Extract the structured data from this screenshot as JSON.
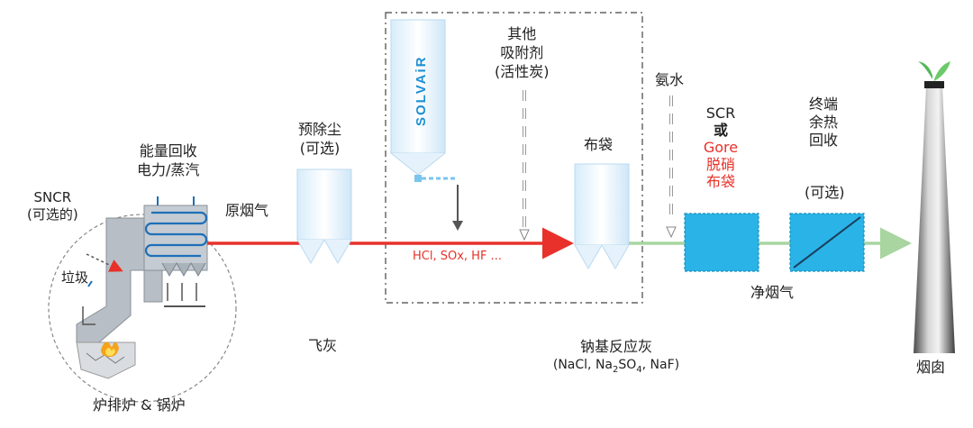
{
  "labels": {
    "sncr_line1": "SNCR",
    "sncr_line2": "(可选的)",
    "energy_line1": "能量回收",
    "energy_line2": "电力/蒸汽",
    "garbage": "垃圾",
    "furnace": "炉排炉 & 锅炉",
    "raw_gas": "原烟气",
    "pre_dust_line1": "预除尘",
    "pre_dust_line2": "(可选)",
    "fly_ash": "飞灰",
    "other_sorbent_line1": "其他",
    "other_sorbent_line2": "吸附剂",
    "other_sorbent_line3": "(活性炭)",
    "pollutants": "HCl, SOx, HF ...",
    "bag_filter": "布袋",
    "ammonia": "氨水",
    "scr_line1": "SCR",
    "scr_line2": "或",
    "scr_line3": "Gore",
    "scr_line4": "脱硝",
    "scr_line5": "布袋",
    "heat_line1": "终端",
    "heat_line2": "余热",
    "heat_line3": "回收",
    "heat_line4": "(可选)",
    "clean_gas": "净烟气",
    "sodium_ash_line1": "钠基反应灰",
    "sodium_ash_line2": "(NaCl, Na",
    "sodium_ash_sub1": "2",
    "sodium_ash_mid": "SO",
    "sodium_ash_sub2": "4",
    "sodium_ash_end": ", NaF)",
    "chimney": "烟囱",
    "silo_brand": "SOLVAiR"
  },
  "colors": {
    "raw_flow": "#e8312a",
    "clean_flow": "#a8d5a0",
    "equipment_blue": "#2ab3e6",
    "equipment_light": "#cfe8f8",
    "gray_plant": "#b5bcc4"
  }
}
